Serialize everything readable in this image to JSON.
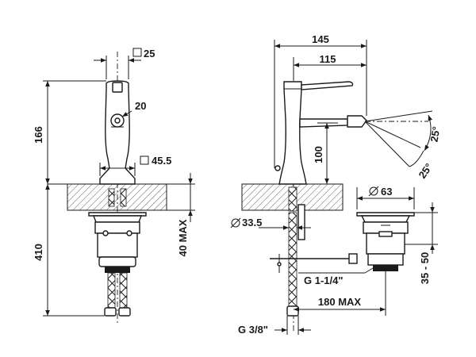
{
  "front_view": {
    "dim_top_square": "25",
    "dim_height": "166",
    "dim_handle": "20",
    "dim_base_square": "45.5",
    "dim_total": "410",
    "dim_40max": "40 MAX"
  },
  "side_view": {
    "dim_145": "145",
    "dim_115": "115",
    "dim_100": "100",
    "dim_angle_up": "25°",
    "dim_angle_down": "25°",
    "dim_dia_335": "33.5",
    "dim_g114": "G 1-1/4\"",
    "dim_180max": "180 MAX",
    "dim_g38": "G 3/8\""
  },
  "waste_view": {
    "dim_dia_63": "63",
    "dim_35_50": "35 - 50"
  }
}
